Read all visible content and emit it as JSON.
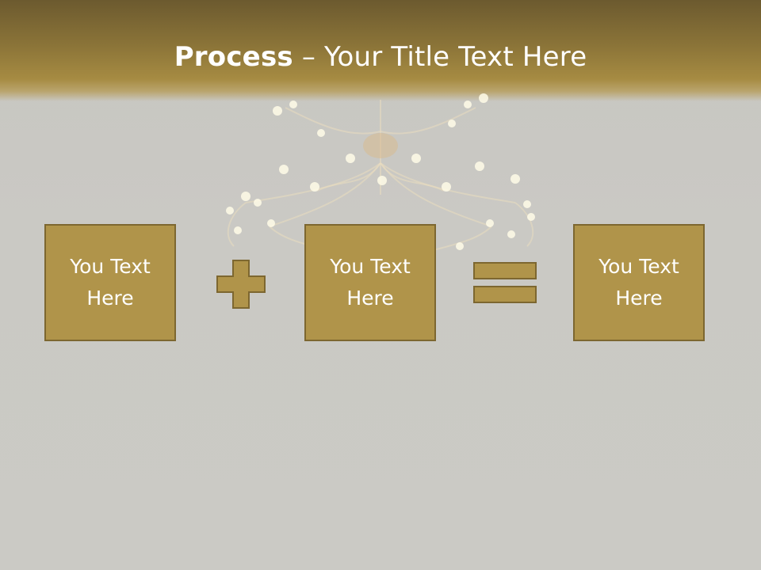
{
  "slide": {
    "title_bold": "Process",
    "title_rest": " – Your Title Text Here"
  },
  "process": {
    "boxes": [
      {
        "text": "You Text Here"
      },
      {
        "text": "You Text Here"
      },
      {
        "text": "You Text Here"
      }
    ],
    "operators": [
      "plus-icon",
      "equals-icon"
    ]
  },
  "colors": {
    "header_dark": "#6c5a2f",
    "header_gold": "#a68b42",
    "box_fill": "#b0944a",
    "box_border": "#7d6730",
    "background": "#cac9c4",
    "text": "#ffffff"
  }
}
